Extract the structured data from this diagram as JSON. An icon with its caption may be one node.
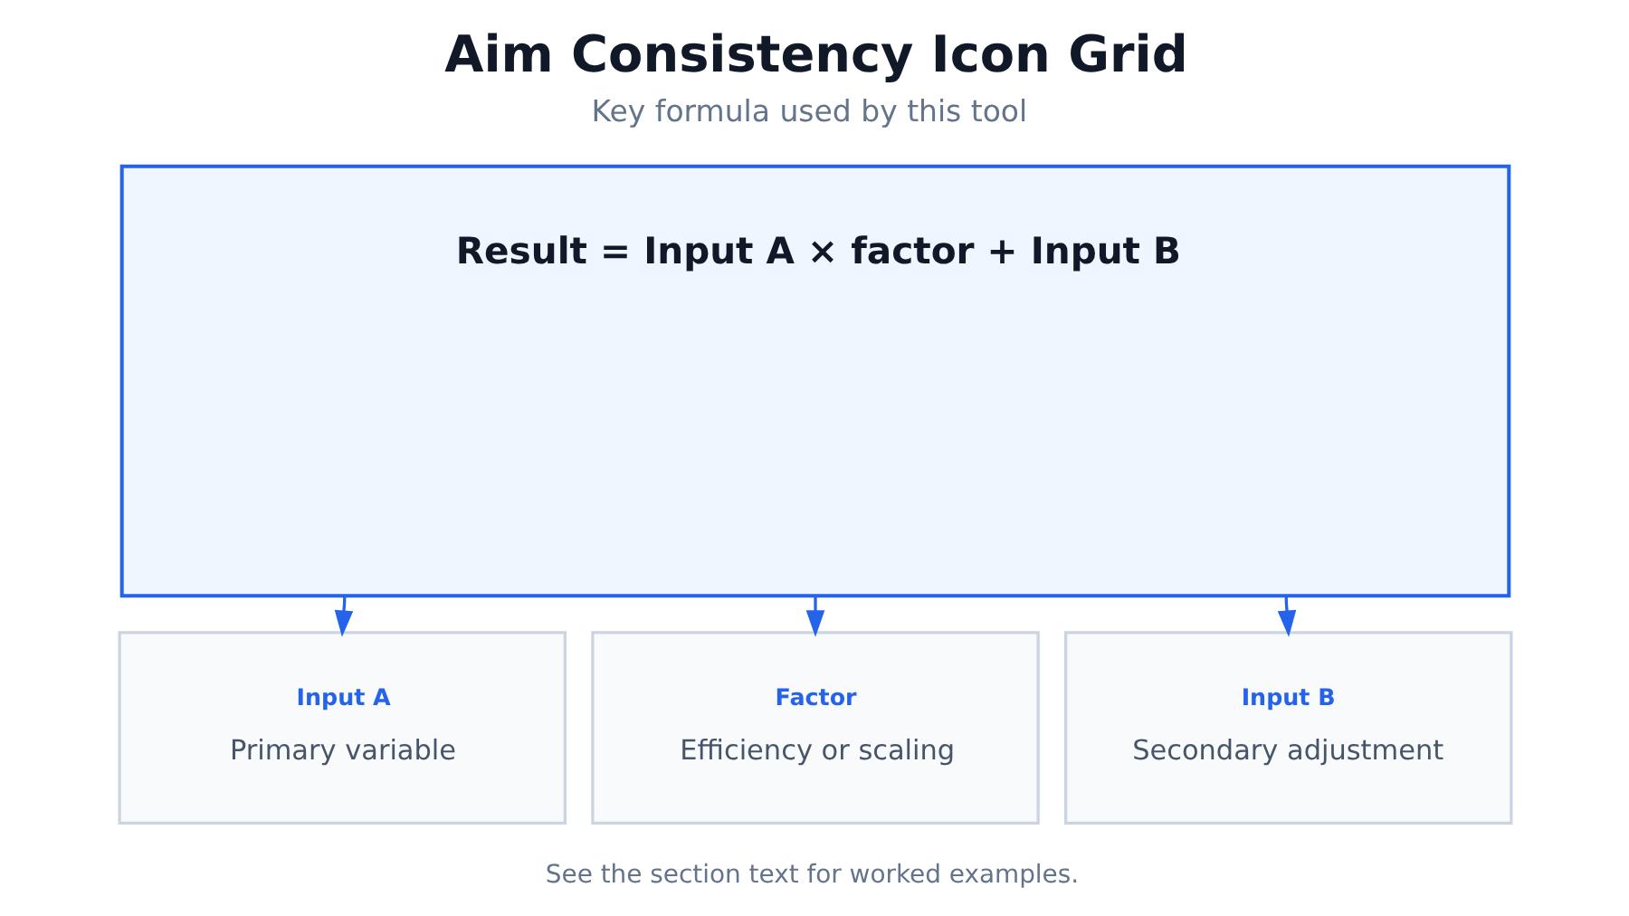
{
  "diagram": {
    "title": "Aim Consistency Icon Grid",
    "caption": "See the section text for worked examples.",
    "nodes": [
      {
        "text": [
          "Result = Input A × factor + Input B"
        ]
      },
      {
        "text": [
          "Input A",
          "Primary variable"
        ]
      },
      {
        "text": [
          "Factor",
          "Efficiency or scaling"
        ]
      },
      {
        "text": [
          "Input B",
          "Secondary adjustment"
        ]
      }
    ],
    "edges": [
      {
        "from": 0,
        "to": 1,
        "arrow": "to"
      },
      {
        "from": 0,
        "to": 2,
        "arrow": "to"
      },
      {
        "from": 0,
        "to": 3,
        "arrow": "to"
      }
    ],
    "labels": [
      "Key formula used by this tool"
    ]
  }
}
